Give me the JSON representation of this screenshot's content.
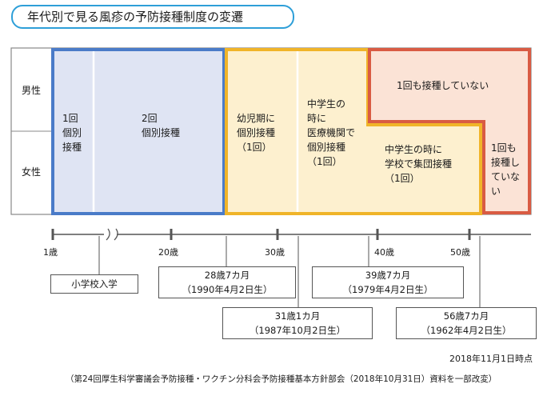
{
  "title": "年代別で見る風疹の予防接種制度の変遷",
  "rows": {
    "male": "男性",
    "female": "女性"
  },
  "periods": {
    "p1": [
      "1回",
      "個別",
      "接種"
    ],
    "p2": [
      "2回",
      "個別接種"
    ],
    "p3": [
      "幼児期に",
      "個別接種",
      "（1回）"
    ],
    "p4": [
      "中学生の",
      "時に",
      "医療機関で",
      "個別接種",
      "（1回）"
    ],
    "p5_male": "1回も接種していない",
    "p5_female": [
      "中学生の時に",
      "学校で集団接種",
      "（1回）"
    ],
    "p6": [
      "1回も",
      "接種し",
      "ていな",
      "い"
    ]
  },
  "axis": {
    "ticks": [
      "1歳",
      "20歳",
      "30歳",
      "40歳",
      "50歳"
    ]
  },
  "boxes": {
    "school": "小学校入学",
    "age28": [
      "28歳7カ月",
      "（1990年4月2日生）"
    ],
    "age31": [
      "31歳1カ月",
      "（1987年10月2日生）"
    ],
    "age39": [
      "39歳7カ月",
      "（1979年4月2日生）"
    ],
    "age56": [
      "56歳7カ月",
      "（1962年4月2日生）"
    ]
  },
  "asof": "2018年11月1日時点",
  "source": "（第24回厚生科学審議会予防接種・ワクチン分科会予防接種基本方針部会（2018年10月31日）資料を一部改変）",
  "colors": {
    "blue": "#4a7bc8",
    "blue_fill": "#dfe4f3",
    "orange": "#f0b429",
    "orange_fill": "#fdf0cf",
    "red": "#d95b43",
    "red_fill": "#fbe3d6"
  }
}
